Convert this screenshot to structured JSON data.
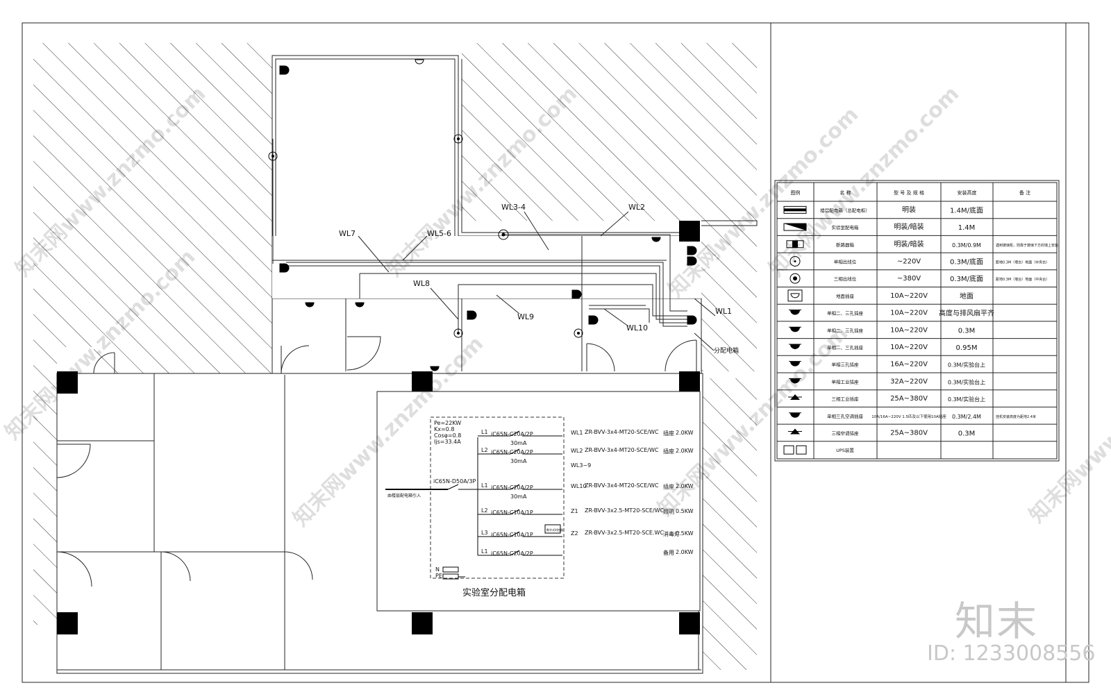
{
  "floorplan": {
    "circuit_labels": [
      "WL7",
      "WL5-6",
      "WL3-4",
      "WL2",
      "WL8",
      "WL9",
      "WL10",
      "WL1"
    ],
    "distribution_label": "分配电箱"
  },
  "schematic": {
    "title": "实验室分配电箱",
    "params": [
      "Pe=22KW",
      "Kx=0.8",
      "Cosφ=0.8",
      "Ijs=33.4A"
    ],
    "main_breaker": "iC65N-D50A/3P",
    "incoming_note": "由楼层配电箱引入",
    "rows": [
      {
        "phase": "L1",
        "breaker": "iC65N-C20A/2P",
        "rcd": "30mA",
        "id": "WL1",
        "cable": "ZR-BVV-3x4-MT20-SCE/WC",
        "use": "插座",
        "power": "2.0KW"
      },
      {
        "phase": "L2",
        "breaker": "iC65N-C20A/2P",
        "rcd": "30mA",
        "id": "WL2",
        "cable": "ZR-BVV-3x4-MT20-SCE/WC",
        "use": "插座",
        "power": "2.0KW"
      },
      {
        "phase": "",
        "breaker": "",
        "rcd": "",
        "id": "WL3~9",
        "cable": "",
        "use": "",
        "power": ""
      },
      {
        "phase": "L1",
        "breaker": "iC65N-C20A/2P",
        "rcd": "30mA",
        "id": "WL10",
        "cable": "ZR-BVV-3x4-MT20-SCE/WC",
        "use": "插座",
        "power": "2.0KW"
      },
      {
        "phase": "L2",
        "breaker": "iC65N-C10A/1P",
        "rcd": "",
        "id": "Z1",
        "cable": "ZR-BVV-3x2.5-MT20-SCE/WC",
        "use": "照明",
        "power": "0.5KW"
      },
      {
        "phase": "L3",
        "breaker": "iC65N-C10A/1P",
        "rcd": "",
        "id": "Z2",
        "cable": "ZR-BVV-3x2.5-MT20-SCE.WC",
        "use": "消毒灯",
        "power": "0.5KW"
      },
      {
        "phase": "L1",
        "breaker": "iC65N-C20A/2P",
        "rcd": "",
        "id": "",
        "cable": "",
        "use": "备用",
        "power": "2.0KW"
      }
    ],
    "timer_label": "数字式时控器",
    "n_label": "N",
    "pe_label": "PE"
  },
  "legend": {
    "headers": [
      "图例",
      "名  称",
      "型 号 及 规 格",
      "安装高度",
      "备  注"
    ],
    "rows": [
      {
        "symbol": "panel-floor",
        "name": "楼层配电箱（总配电柜）",
        "spec": "明装",
        "height": "1.4M/底面",
        "note": ""
      },
      {
        "symbol": "panel-lab",
        "name": "实验室配电箱",
        "spec": "明装/暗装",
        "height": "1.4M",
        "note": ""
      },
      {
        "symbol": "breaker",
        "name": "断路器箱",
        "spec": "明装/暗装",
        "height": "0.3M/0.9M",
        "note": "遇到玻璃柜，则靠于玻璃下方的墙上安装"
      },
      {
        "symbol": "outlet-1ph",
        "name": "单相出线位",
        "spec": "~220V",
        "height": "0.3M/底面",
        "note": "距地0.3M（墙台）地面（中央台）"
      },
      {
        "symbol": "outlet-3ph",
        "name": "三相出线位",
        "spec": "~380V",
        "height": "0.3M/底面",
        "note": "距地0.3M（墙台）地面（中央台）"
      },
      {
        "symbol": "floor-socket",
        "name": "地面插座",
        "spec": "10A~220V",
        "height": "地面",
        "note": ""
      },
      {
        "symbol": "socket-ff",
        "name": "单相二、三孔插座",
        "spec": "10A~220V",
        "height": "高度与排风扇平齐",
        "note": ""
      },
      {
        "symbol": "socket-d",
        "name": "单相二、三孔插座",
        "spec": "10A~220V",
        "height": "0.3M",
        "note": ""
      },
      {
        "symbol": "socket",
        "name": "单相二、三孔插座",
        "spec": "10A~220V",
        "height": "0.95M",
        "note": ""
      },
      {
        "symbol": "socket-12p",
        "name": "单相三孔插座",
        "spec": "16A~220V",
        "height": "0.3M/实验台上",
        "note": ""
      },
      {
        "symbol": "ind-1ph",
        "name": "单相工业插座",
        "spec": "32A~220V",
        "height": "0.3M/实验台上",
        "note": ""
      },
      {
        "symbol": "ind-3ph",
        "name": "三相工业插座",
        "spec": "25A~380V",
        "height": "0.3M/实验台上",
        "note": ""
      },
      {
        "symbol": "ac-1ph",
        "name": "单相三孔空调插座",
        "spec": "10A/16A~220V 1.5匹及以下使用10A插座",
        "height": "0.3M/2.4M",
        "note": "挂机安装高度为距地2.4米"
      },
      {
        "symbol": "ac-3ph",
        "name": "三相空调插座",
        "spec": "25A~380V",
        "height": "0.3M",
        "note": ""
      },
      {
        "symbol": "ups",
        "name": "UPS装置",
        "spec": "",
        "height": "",
        "note": ""
      }
    ]
  },
  "watermark": {
    "text": "知末网www.znzmo.com",
    "brand": "知末",
    "id_text": "ID: 1233008556"
  }
}
